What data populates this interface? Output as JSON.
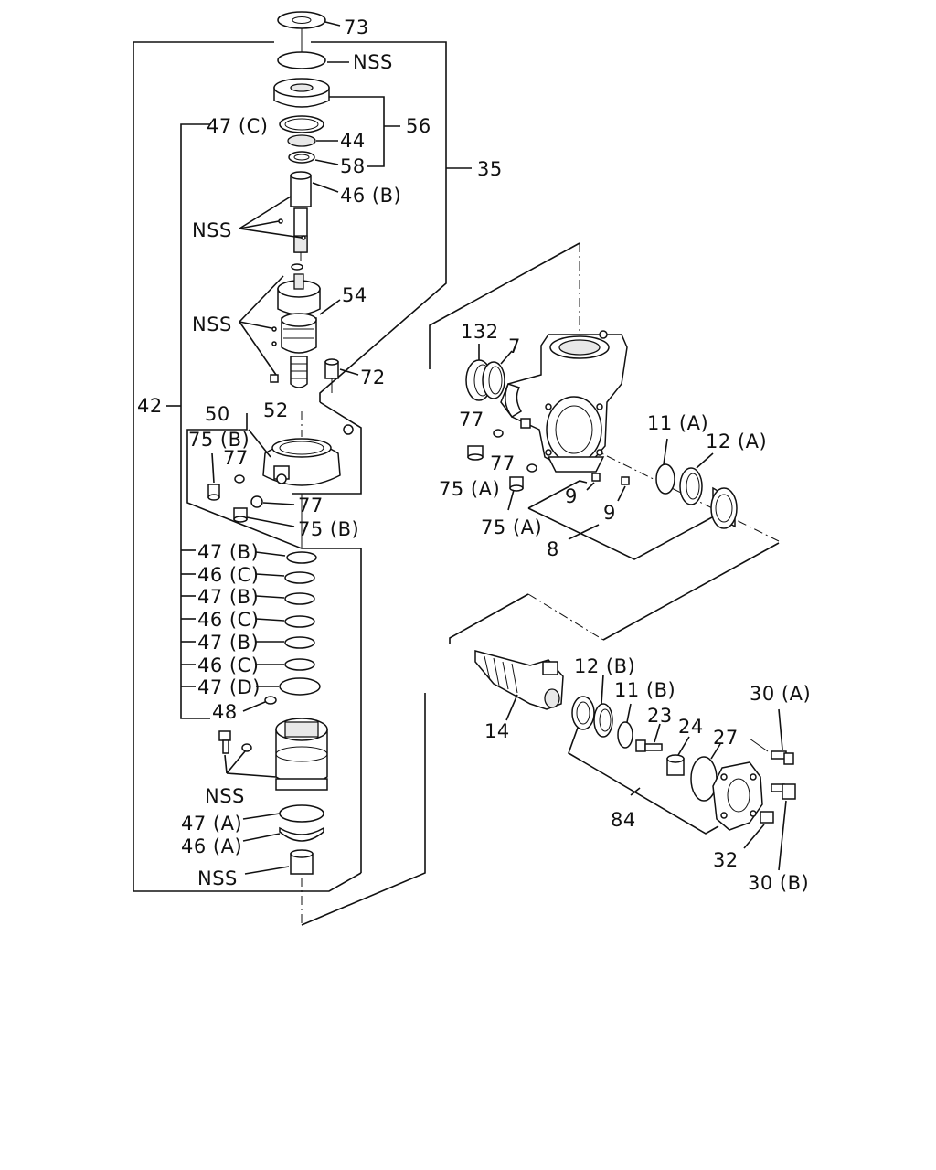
{
  "labels": {
    "p73": "73",
    "nss_top": "NSS",
    "p56": "56",
    "p47c": "47 (C)",
    "p44": "44",
    "p58": "58",
    "p35": "35",
    "p46b": "46 (B)",
    "nss_1": "NSS",
    "p54": "54",
    "nss_2": "NSS",
    "p72": "72",
    "p42": "42",
    "p50": "50",
    "p52": "52",
    "p75b_a": "75 (B)",
    "p77_a": "77",
    "p77_b": "77",
    "p75b_b": "75 (B)",
    "p47b_1": "47 (B)",
    "p46c_1": "46 (C)",
    "p47b_2": "47 (B)",
    "p46c_2": "46 (C)",
    "p47b_3": "47 (B)",
    "p46c_3": "46 (C)",
    "p47d": "47 (D)",
    "p48": "48",
    "nss_3": "NSS",
    "p47a": "47 (A)",
    "p46a": "46 (A)",
    "nss_4": "NSS",
    "p132": "132",
    "p7": "7",
    "p77_c": "77",
    "p77_d": "77",
    "p75a_a": "75 (A)",
    "p75a_b": "75 (A)",
    "p9_a": "9",
    "p9_b": "9",
    "p8": "8",
    "p11a": "11 (A)",
    "p12a": "12 (A)",
    "p12b": "12 (B)",
    "p11b": "11 (B)",
    "p14": "14",
    "p23": "23",
    "p24": "24",
    "p27": "27",
    "p30a": "30 (A)",
    "p84": "84",
    "p32": "32",
    "p30b": "30 (B)"
  }
}
